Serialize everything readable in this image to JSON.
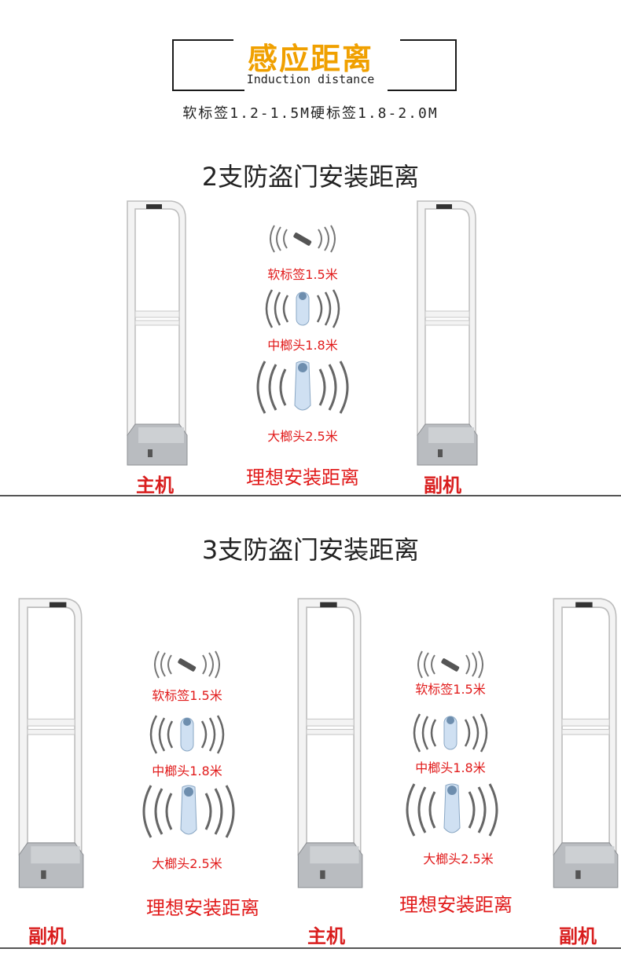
{
  "header": {
    "title": "感应距离",
    "subtitle": "Induction distance",
    "distance": "软标签1.2-1.5M硬标签1.8-2.0M"
  },
  "section2": {
    "title": "2支防盗门安装距离",
    "labels": {
      "soft": "软标签1.5米",
      "mid": "中榔头1.8米",
      "big": "大榔头2.5米"
    },
    "ideal": "理想安装距离",
    "gate_left": "主机",
    "gate_right": "副机"
  },
  "section3": {
    "title": "3支防盗门安装距离",
    "labels": {
      "soft": "软标签1.5米",
      "mid": "中榔头1.8米",
      "big": "大榔头2.5米"
    },
    "ideal": "理想安装距离",
    "gate_left": "副机",
    "gate_mid": "主机",
    "gate_right": "副机"
  },
  "colors": {
    "accent_title": "#f0a000",
    "label_red": "#e11b1b",
    "gate_label_red": "#d91e1e"
  }
}
